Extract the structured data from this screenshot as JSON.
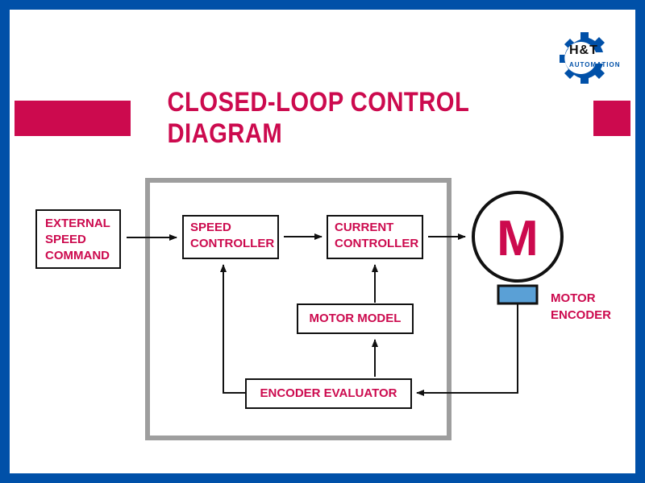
{
  "logo": {
    "name": "H&T",
    "subtitle": "AUTOMATION",
    "gear_color": "#0050a8"
  },
  "title": "CLOSED-LOOP CONTROL DIAGRAM",
  "colors": {
    "accent": "#cc0a4e",
    "border": "#0050a8",
    "loop_frame": "#9e9e9e",
    "encoder_fill": "#5aa0d6"
  },
  "blocks": {
    "external": "EXTERNAL\nSPEED\nCOMMAND",
    "speed_controller": "SPEED\nCONTROLLER",
    "current_controller": "CURRENT\nCONTROLLER",
    "motor_model": "MOTOR MODEL",
    "encoder_evaluator": "ENCODER EVALUATOR"
  },
  "motor": {
    "letter": "M",
    "encoder_label": "MOTOR\nENCODER"
  }
}
